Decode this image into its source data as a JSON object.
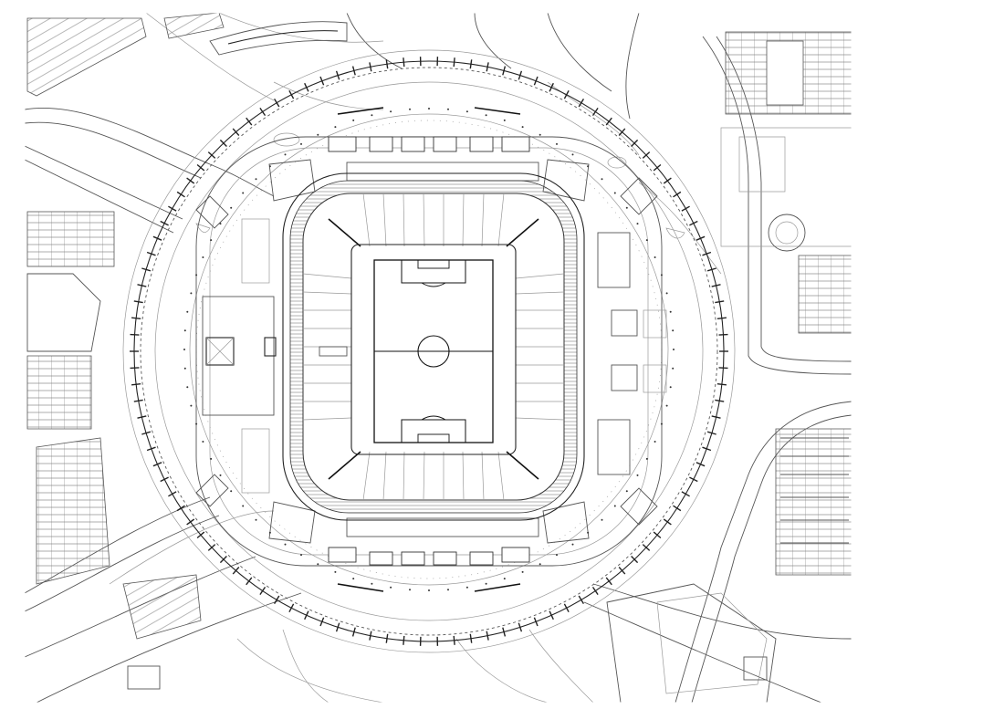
{
  "drawing": {
    "type": "site-plan",
    "subject": "stadium",
    "features": [
      "pitch",
      "seating-bowl",
      "concourse-ring",
      "outer-ring-path",
      "car-parks",
      "access-roads"
    ]
  }
}
